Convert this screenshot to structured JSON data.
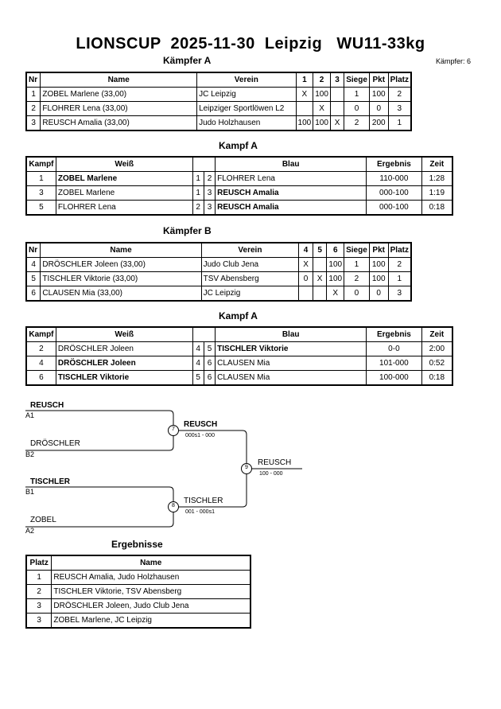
{
  "title": "LIONSCUP  2025-11-30  Leipzig   WU11-33kg",
  "fighters_count": "Kämpfer: 6",
  "pool_a": {
    "heading": "Kämpfer A",
    "headers": [
      "Nr",
      "Name",
      "Verein",
      "1",
      "2",
      "3",
      "Siege",
      "Pkt",
      "Platz"
    ],
    "rows": [
      {
        "nr": "1",
        "name": "ZOBEL Marlene  (33,00)",
        "club": "JC Leipzig",
        "s1": "X",
        "s2": "100",
        "s3": "",
        "wins": "1",
        "pts": "100",
        "place": "2"
      },
      {
        "nr": "2",
        "name": "FLOHRER Lena  (33,00)",
        "club": "Leipziger Sportlöwen L2",
        "s1": "",
        "s2": "X",
        "s3": "",
        "wins": "0",
        "pts": "0",
        "place": "3"
      },
      {
        "nr": "3",
        "name": "REUSCH Amalia  (33,00)",
        "club": "Judo Holzhausen",
        "s1": "100",
        "s2": "100",
        "s3": "X",
        "wins": "2",
        "pts": "200",
        "place": "1"
      }
    ]
  },
  "fights_a": {
    "heading": "Kampf A",
    "headers": [
      "Kampf",
      "Weiß",
      "Blau",
      "Ergebnis",
      "Zeit"
    ],
    "rows": [
      {
        "no": "1",
        "white": "ZOBEL Marlene",
        "w": "1",
        "b": "2",
        "blue": "FLOHRER Lena",
        "result": "110-000",
        "time": "1:28",
        "winner": "white"
      },
      {
        "no": "3",
        "white": "ZOBEL Marlene",
        "w": "1",
        "b": "3",
        "blue": "REUSCH Amalia",
        "result": "000-100",
        "time": "1:19",
        "winner": "blue"
      },
      {
        "no": "5",
        "white": "FLOHRER Lena",
        "w": "2",
        "b": "3",
        "blue": "REUSCH Amalia",
        "result": "000-100",
        "time": "0:18",
        "winner": "blue"
      }
    ]
  },
  "pool_b": {
    "heading": "Kämpfer B",
    "headers": [
      "Nr",
      "Name",
      "Verein",
      "4",
      "5",
      "6",
      "Siege",
      "Pkt",
      "Platz"
    ],
    "rows": [
      {
        "nr": "4",
        "name": "DRÖSCHLER Joleen  (33,00)",
        "club": "Judo Club Jena",
        "s1": "X",
        "s2": "",
        "s3": "100",
        "wins": "1",
        "pts": "100",
        "place": "2"
      },
      {
        "nr": "5",
        "name": "TISCHLER Viktorie  (33,00)",
        "club": "TSV Abensberg",
        "s1": "0",
        "s2": "X",
        "s3": "100",
        "wins": "2",
        "pts": "100",
        "place": "1"
      },
      {
        "nr": "6",
        "name": "CLAUSEN Mia  (33,00)",
        "club": "JC Leipzig",
        "s1": "",
        "s2": "",
        "s3": "X",
        "wins": "0",
        "pts": "0",
        "place": "3"
      }
    ]
  },
  "fights_b": {
    "heading": "Kampf A",
    "headers": [
      "Kampf",
      "Weiß",
      "Blau",
      "Ergebnis",
      "Zeit"
    ],
    "rows": [
      {
        "no": "2",
        "white": "DRÖSCHLER Joleen",
        "w": "4",
        "b": "5",
        "blue": "TISCHLER Viktorie",
        "result": "0-0",
        "time": "2:00",
        "winner": "blue"
      },
      {
        "no": "4",
        "white": "DRÖSCHLER Joleen",
        "w": "4",
        "b": "6",
        "blue": "CLAUSEN Mia",
        "result": "101-000",
        "time": "0:52",
        "winner": "white"
      },
      {
        "no": "6",
        "white": "TISCHLER Viktorie",
        "w": "5",
        "b": "6",
        "blue": "CLAUSEN Mia",
        "result": "100-000",
        "time": "0:18",
        "winner": "white"
      }
    ]
  },
  "bracket": {
    "sf1_top_name": "REUSCH",
    "sf1_top_seed": "A1",
    "sf1_bot_name": "DRÖSCHLER",
    "sf1_bot_seed": "B2",
    "sf2_top_name": "TISCHLER",
    "sf2_top_seed": "B1",
    "sf2_bot_name": "ZOBEL",
    "sf2_bot_seed": "A2",
    "f7_no": "7",
    "f7_winner": "REUSCH",
    "f7_score": "000s1 - 000",
    "f8_no": "8",
    "f8_winner": "TISCHLER",
    "f8_score": "001 - 000s1",
    "f9_no": "9",
    "f9_winner": "REUSCH",
    "f9_score": "100 - 000"
  },
  "results": {
    "heading": "Ergebnisse",
    "headers": [
      "Platz",
      "Name"
    ],
    "rows": [
      {
        "place": "1",
        "name": "REUSCH Amalia, Judo Holzhausen"
      },
      {
        "place": "2",
        "name": "TISCHLER Viktorie, TSV Abensberg"
      },
      {
        "place": "3",
        "name": "DRÖSCHLER Joleen, Judo Club Jena"
      },
      {
        "place": "3",
        "name": "ZOBEL Marlene, JC Leipzig"
      }
    ]
  }
}
